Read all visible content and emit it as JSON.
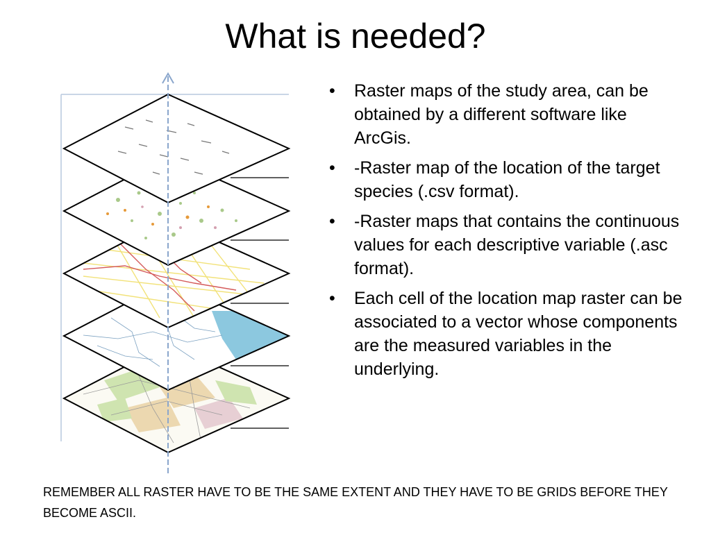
{
  "slide": {
    "title": "What is needed?",
    "bullets": [
      "Raster maps of the study area, can be obtained by a different software like ArcGis.",
      "-Raster map of the location of the target species (.csv format).",
      "-Raster maps that contains the continuous values for each descriptive variable (.asc format).",
      "Each cell of the location map raster can be associated to a vector whose components are the measured variables in the underlying."
    ],
    "bullet_glyph": "•",
    "footnote": "REMEMBER ALL RASTER HAVE TO BE THE SAME EXTENT AND THEY HAVE TO BE GRIDS BEFORE THEY BECOME ASCII."
  },
  "figure": {
    "icon": "gis-layer-stack-illustration",
    "layers": [
      "labels",
      "land-use-dots",
      "road-network",
      "hydrography",
      "parcels"
    ],
    "colors": {
      "axis": "#8aa6cc",
      "frame": "#b7c9de",
      "outline": "#000000",
      "water": "#8cc8df",
      "roads_yellow": "#f2e27a",
      "roads_red": "#d45a5a",
      "parcel_green": "#cfe4b0",
      "parcel_tan": "#ecd8b0",
      "parcel_pink": "#e7cfd4",
      "dots_orange": "#e69a3a",
      "dots_green": "#a9c98a"
    }
  }
}
